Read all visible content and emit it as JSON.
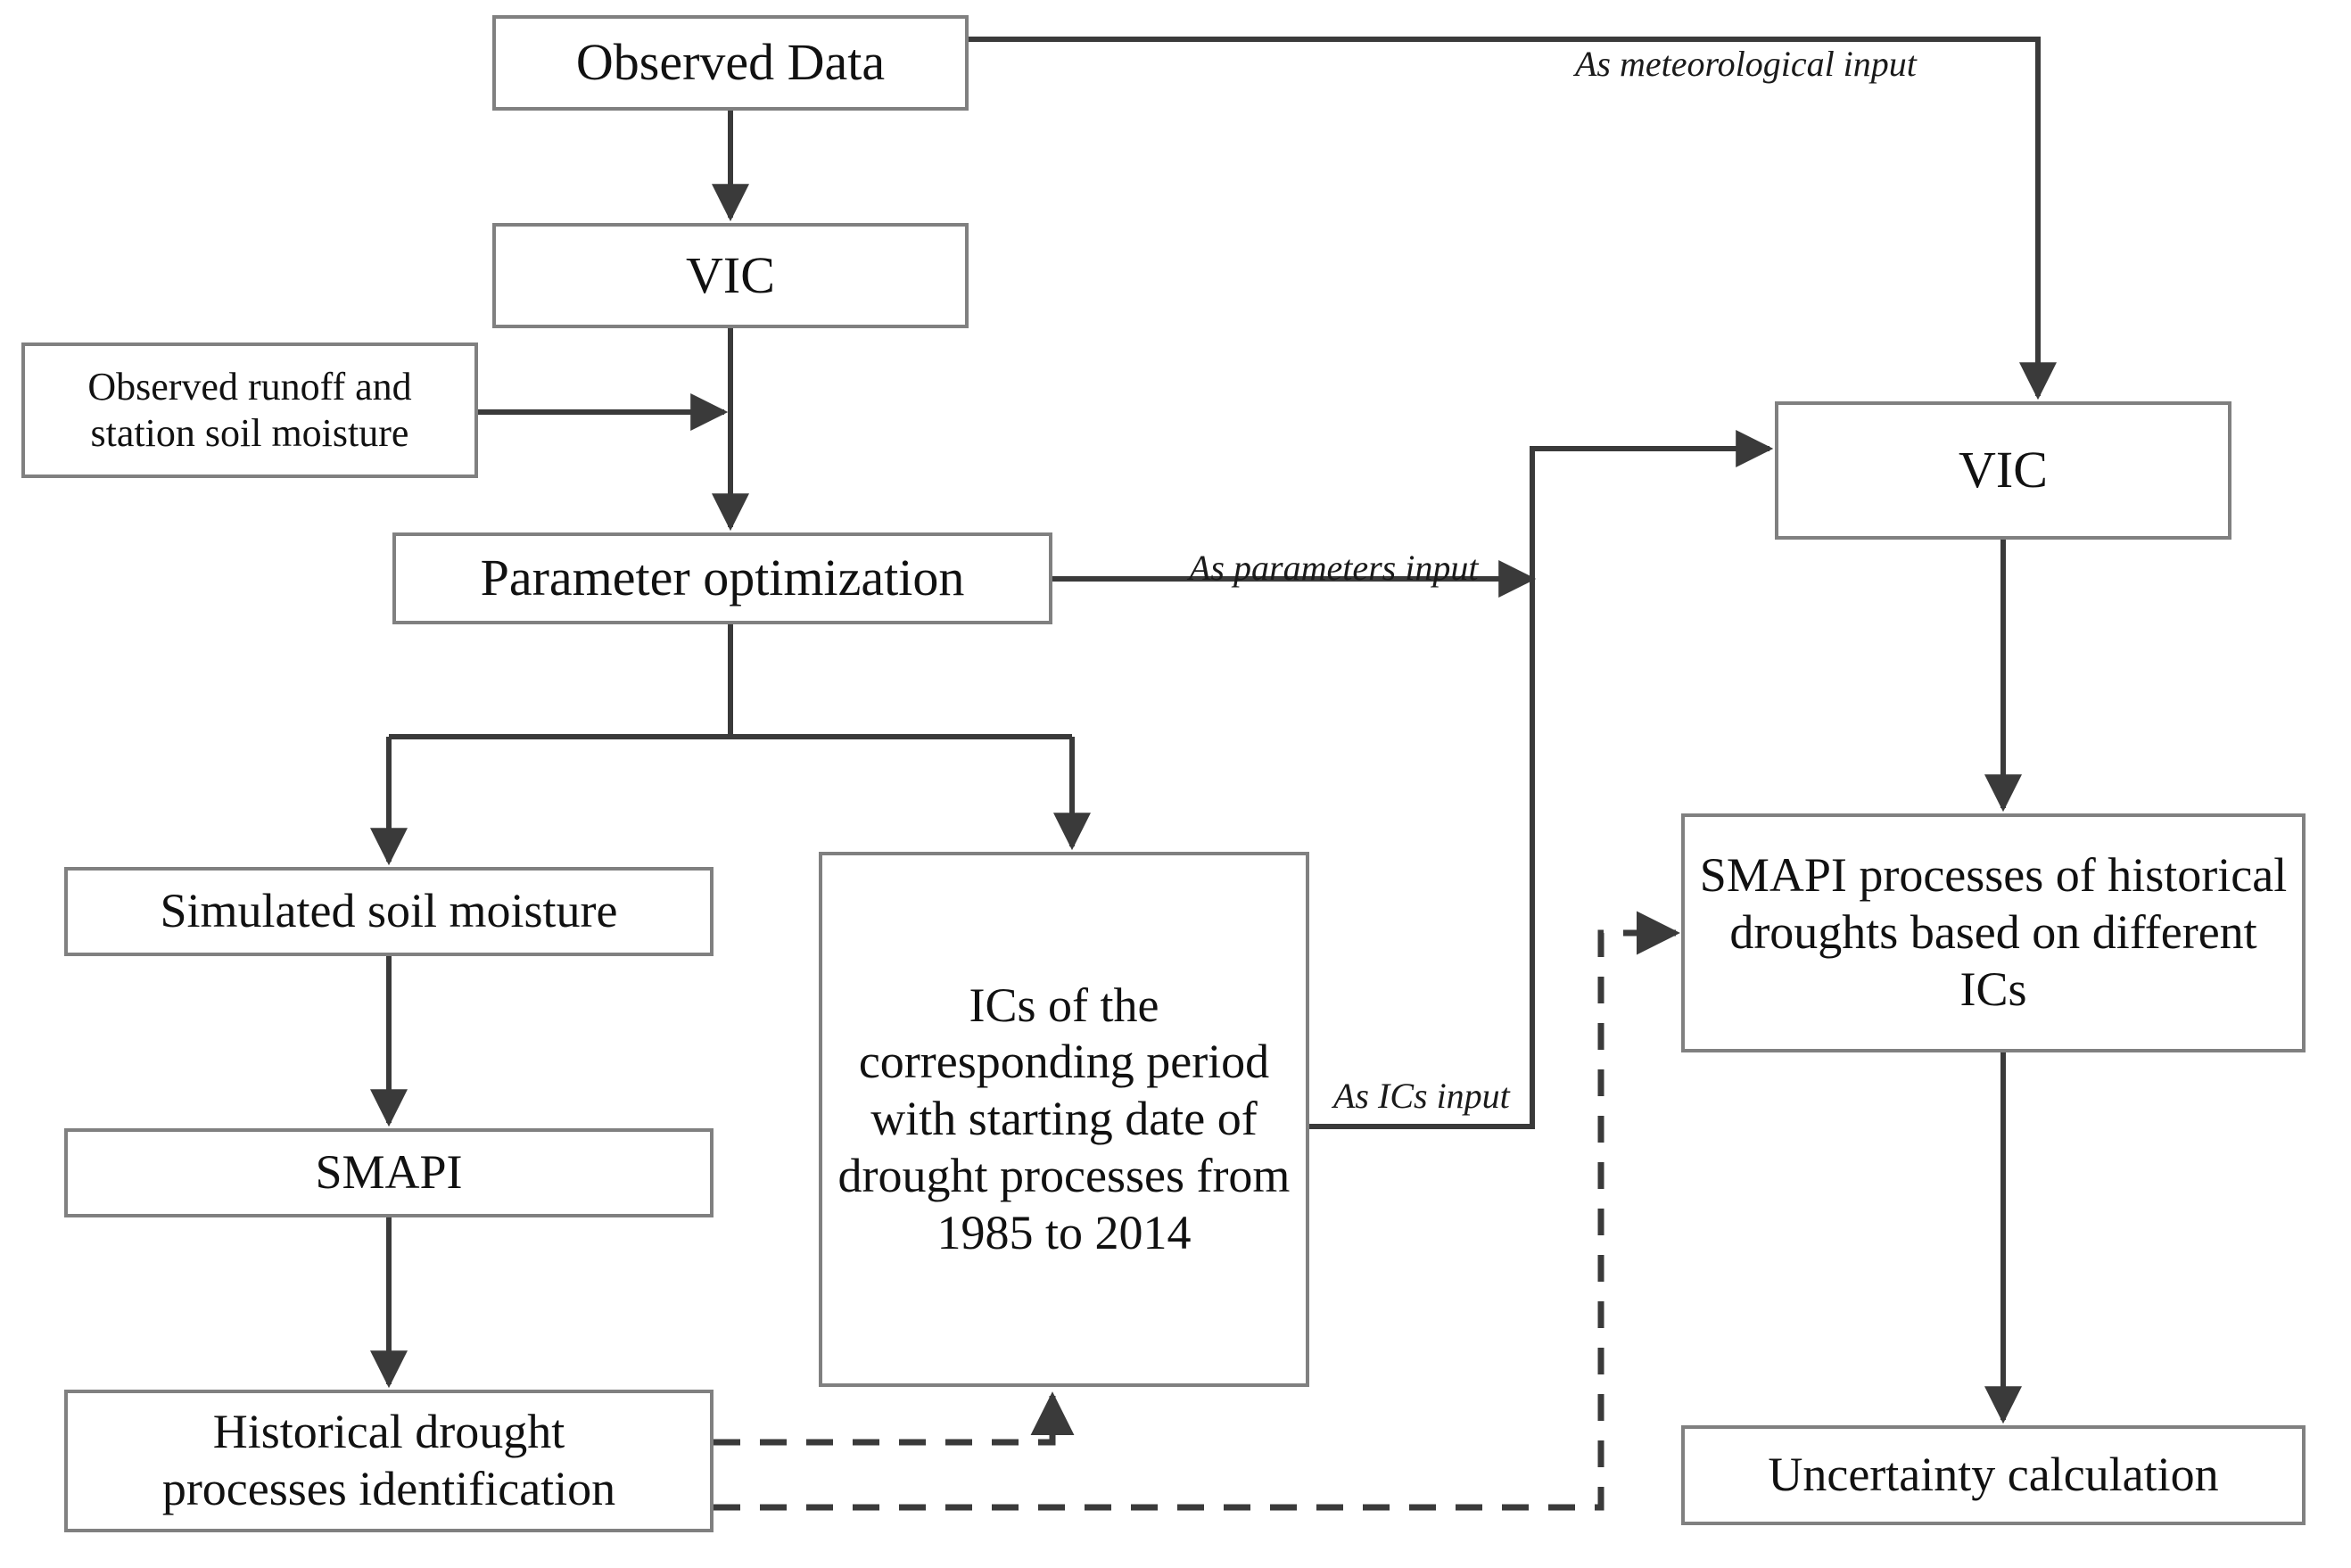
{
  "diagram": {
    "title": "VIC model drought uncertainty workflow flowchart",
    "colors": {
      "box_border": "#808080",
      "box_fill": "#ffffff",
      "connector": "#3a3a3a",
      "text": "#111111",
      "background": "#ffffff"
    },
    "nodes": [
      {
        "id": "observed-data",
        "label": "Observed Data"
      },
      {
        "id": "vic-left",
        "label": "VIC"
      },
      {
        "id": "observed-runoff",
        "label": "Observed runoff and\nstation soil moisture"
      },
      {
        "id": "param-opt",
        "label": "Parameter optimization"
      },
      {
        "id": "sim-soil-moisture",
        "label": "Simulated soil moisture"
      },
      {
        "id": "smapi",
        "label": "SMAPI"
      },
      {
        "id": "hist-drought",
        "label": "Historical drought\nprocesses identification"
      },
      {
        "id": "ics",
        "label": "ICs of the corresponding period with starting date of drought processes from 1985 to 2014"
      },
      {
        "id": "vic-right",
        "label": "VIC"
      },
      {
        "id": "smapi-processes",
        "label": "SMAPI processes of historical droughts based on different ICs"
      },
      {
        "id": "uncertainty",
        "label": "Uncertainty calculation"
      }
    ],
    "edge_labels": [
      {
        "id": "meteorological-input",
        "label": "As meteorological input"
      },
      {
        "id": "parameters-input",
        "label": "As parameters input"
      },
      {
        "id": "ics-input",
        "label": "As ICs input"
      }
    ],
    "edges": [
      {
        "from": "observed-data",
        "to": "vic-left",
        "style": "solid",
        "label": ""
      },
      {
        "from": "observed-data",
        "to": "vic-right",
        "style": "solid",
        "label": "As meteorological input"
      },
      {
        "from": "observed-runoff",
        "to": "vic-left-column",
        "style": "solid",
        "label": ""
      },
      {
        "from": "vic-left",
        "to": "param-opt",
        "style": "solid",
        "label": ""
      },
      {
        "from": "param-opt",
        "to": "sim-soil-moisture",
        "style": "solid",
        "label": ""
      },
      {
        "from": "param-opt",
        "to": "ics",
        "style": "solid",
        "label": ""
      },
      {
        "from": "param-opt",
        "to": "vic-right",
        "style": "solid",
        "label": "As parameters input"
      },
      {
        "from": "ics",
        "to": "vic-right",
        "style": "solid",
        "label": "As ICs input"
      },
      {
        "from": "sim-soil-moisture",
        "to": "smapi",
        "style": "solid",
        "label": ""
      },
      {
        "from": "smapi",
        "to": "hist-drought",
        "style": "solid",
        "label": ""
      },
      {
        "from": "hist-drought",
        "to": "ics",
        "style": "dashed",
        "label": ""
      },
      {
        "from": "hist-drought",
        "to": "smapi-processes",
        "style": "dashed",
        "label": ""
      },
      {
        "from": "vic-right",
        "to": "smapi-processes",
        "style": "solid",
        "label": ""
      },
      {
        "from": "smapi-processes",
        "to": "uncertainty",
        "style": "solid",
        "label": ""
      }
    ]
  }
}
